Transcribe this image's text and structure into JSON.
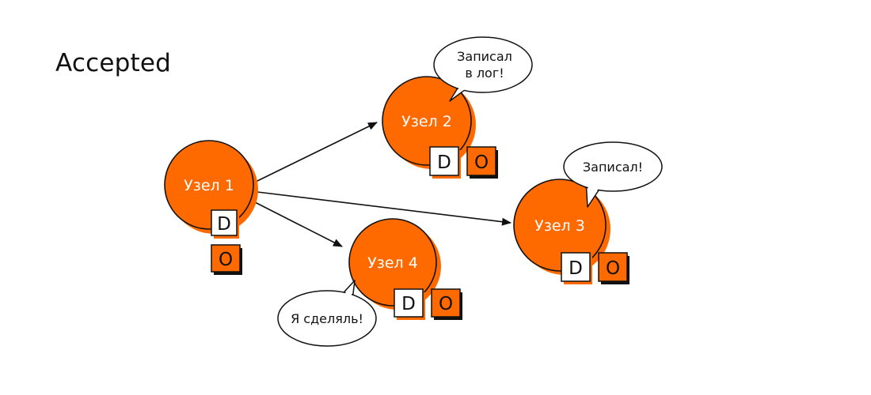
{
  "title": "Accepted",
  "colors": {
    "node": "#ff6a00",
    "box_o": "#ff6a00",
    "box_d": "#ffffff",
    "stroke": "#111111"
  },
  "nodes": [
    {
      "id": "node-1",
      "label": "Узел 1",
      "boxes": [
        "D",
        "O"
      ]
    },
    {
      "id": "node-2",
      "label": "Узел 2",
      "boxes": [
        "D",
        "O"
      ]
    },
    {
      "id": "node-3",
      "label": "Узел 3",
      "boxes": [
        "D",
        "O"
      ]
    },
    {
      "id": "node-4",
      "label": "Узел 4",
      "boxes": [
        "D",
        "O"
      ]
    }
  ],
  "edges": [
    {
      "from": "Узел 1",
      "to": "Узел 2"
    },
    {
      "from": "Узел 1",
      "to": "Узел 3"
    },
    {
      "from": "Узел 1",
      "to": "Узел 4"
    }
  ],
  "bubbles": [
    {
      "node": "Узел 2",
      "lines": [
        "Записал",
        "в лог!"
      ]
    },
    {
      "node": "Узел 3",
      "lines": [
        "Записал!"
      ]
    },
    {
      "node": "Узел 4",
      "lines": [
        "Я сделяль!"
      ]
    }
  ]
}
